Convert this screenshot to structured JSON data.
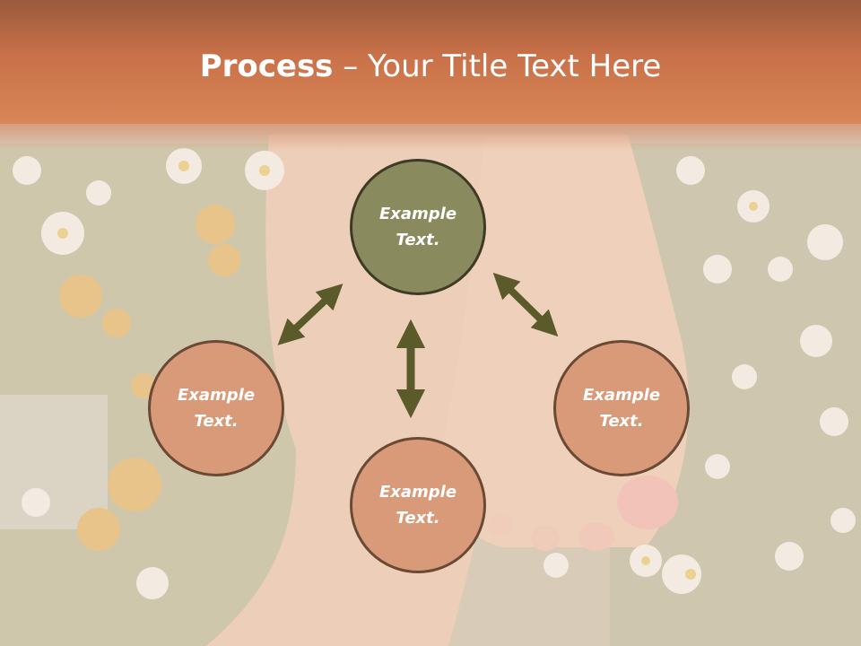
{
  "title": {
    "bold": "Process",
    "rest": " – Your Title Text Here"
  },
  "nodes": {
    "top": "Example\nText.",
    "left": "Example\nText.",
    "right": "Example\nText.",
    "bottom": "Example\nText."
  },
  "colors": {
    "header": "#c97149",
    "node_top": "#8a8a5f",
    "node_other": "#d99a7a",
    "arrow": "#5b5a2a"
  }
}
